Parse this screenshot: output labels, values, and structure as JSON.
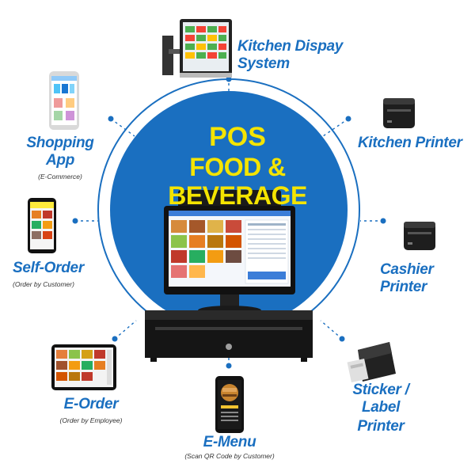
{
  "center": {
    "title_line1": "POS",
    "title_line2": "FOOD & BEVERAGE"
  },
  "nodes": {
    "kitchen_display": {
      "line1": "Kitchen Dispay",
      "line2": "System"
    },
    "kitchen_printer": {
      "label": "Kitchen Printer"
    },
    "cashier_printer": {
      "label": "Cashier Printer"
    },
    "sticker_printer": {
      "line1": "Sticker / Label",
      "line2": "Printer"
    },
    "emenu": {
      "label": "E-Menu",
      "sub": "(Scan QR Code by Customer)"
    },
    "eorder": {
      "label": "E-Order",
      "sub": "(Order by Employee)"
    },
    "self_order": {
      "label": "Self-Order",
      "sub": "(Order by Customer)"
    },
    "shopping_app": {
      "label": "Shopping App",
      "sub": "(E-Commerce)"
    }
  },
  "colors": {
    "circle_fill": "#1a6fc0",
    "ring_outer": "#d6e6f5",
    "title_yellow": "#f4e400",
    "label_blue": "#1a6fc0",
    "dot_blue": "#1a6fc0"
  },
  "icons": {
    "kitchen_display": "wall-mounted-touch-monitor",
    "kitchen_printer": "thermal-receipt-printer",
    "cashier_printer": "thermal-receipt-printer",
    "sticker_printer": "label-printer",
    "emenu": "smartphone-menu",
    "eorder": "tablet-menu",
    "self_order": "smartphone-menu",
    "shopping_app": "smartphone-shop",
    "pos_terminal": "dual-screen-pos-terminal",
    "cash_drawer": "cash-drawer"
  }
}
